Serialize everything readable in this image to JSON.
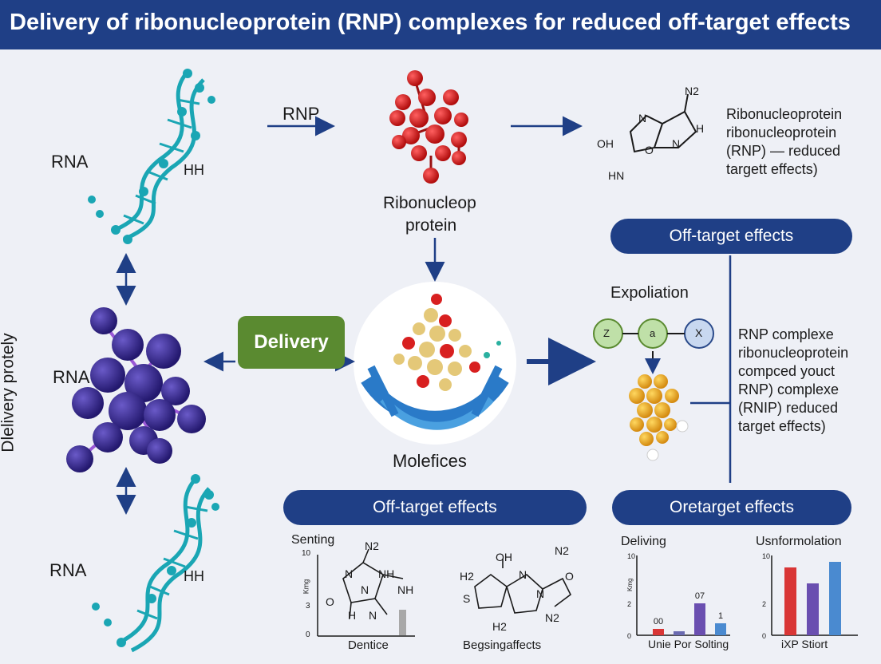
{
  "title": "Delivery of ribonucleoprotein (RNP) complexes for reduced off-target effects",
  "left": {
    "rna_top": "RNA",
    "hh_top": "HH",
    "rna_mid": "RNA",
    "rna_bottom": "RNA",
    "hh_bottom": "HH",
    "vertical_label": "Dlelivery protely"
  },
  "center": {
    "rnp_arrow_label": "RNP",
    "rnp_cluster_label_1": "Ribonucleop",
    "rnp_cluster_label_2": "protein",
    "delivery_button": "Delivery",
    "molecules_label": "Molefices"
  },
  "right_top": {
    "chem_n2": "N2",
    "chem_n": "N",
    "chem_h": "H",
    "chem_o": "O",
    "chem_oh": "OH",
    "chem_hn": "HN",
    "desc_lines": [
      "Ribonucleoprotein",
      "ribonucleoprotein",
      "(RNP) — reduced",
      "targett effects)"
    ]
  },
  "off_target_pill_1": "Off-target effects",
  "exploitation": {
    "label": "Expoliation",
    "circles": [
      "Z",
      "a",
      "X"
    ]
  },
  "right_desc_lines": [
    "RNP complexe",
    "ribonucleoprotein",
    "compced youct",
    "RNP) complexe",
    "(RNIP)   reduced",
    "target effects)"
  ],
  "bottom_pill_left": "Off-target effects",
  "bottom_pill_right": "Oretarget effects",
  "bottom_left_panel": {
    "title": "Senting",
    "x_label": "Dentice",
    "y_ticks": [
      "10",
      "3",
      "0"
    ],
    "y_axis_word": "Kmg",
    "chem_labels": [
      "N2",
      "N",
      "NH",
      "N",
      "O",
      "H",
      "N",
      "NH"
    ],
    "second_structure_label": "Begsingaffects",
    "second_chem_labels": [
      "OH",
      "N2",
      "H2",
      "S",
      "N",
      "O",
      "H2",
      "N2",
      "N"
    ]
  },
  "chart_data": [
    {
      "type": "bar",
      "title": "Deliving",
      "xlabel": "Unie Por Solting",
      "ylabel": "Kmg",
      "y_ticks": [
        "10",
        "2",
        "0"
      ],
      "ylim": [
        0,
        10
      ],
      "values": [
        0.8,
        0.5,
        4.0,
        1.5
      ],
      "colors": [
        "#d93636",
        "#6a6ab0",
        "#6a4fb0",
        "#4a8ad0"
      ],
      "data_labels": [
        "00",
        "",
        "07",
        "1"
      ]
    },
    {
      "type": "bar",
      "title": "Usnformolation",
      "xlabel": "iXP Stiort",
      "ylabel": "",
      "y_ticks": [
        "10",
        "2",
        "0"
      ],
      "ylim": [
        0,
        10
      ],
      "values": [
        8.5,
        6.5,
        9.2
      ],
      "colors": [
        "#d93636",
        "#6a4fb0",
        "#4a8ad0"
      ],
      "data_labels": [
        "",
        "",
        ""
      ]
    }
  ]
}
